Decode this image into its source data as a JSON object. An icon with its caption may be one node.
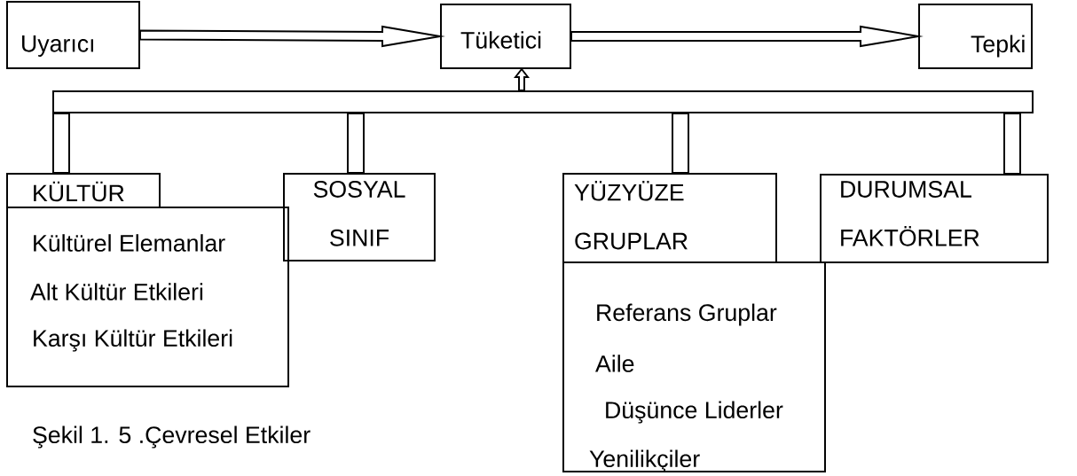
{
  "diagram": {
    "caption": "Şekil 1. 5 .Çevresel Etkiler",
    "nodes": [
      {
        "text": [
          "Uyarıcı"
        ]
      },
      {
        "text": [
          "Tüketici"
        ]
      },
      {
        "text": [
          "Tepki"
        ]
      },
      {
        "text": [],
        "shape": "bar"
      },
      {
        "text": [
          "KÜLTÜR"
        ]
      },
      {
        "text": [
          "Kültürel Elemanlar",
          "Alt Kültür Etkileri",
          "Karşı Kültür Etkileri"
        ]
      },
      {
        "text": [
          "SOSYAL SINIF"
        ]
      },
      {
        "text": [
          "YÜZYÜZE GRUPLAR"
        ]
      },
      {
        "text": [
          "Referans Gruplar",
          "Aile",
          "Düşünce Liderler",
          "Yenilikçiler"
        ]
      },
      {
        "text": [
          "DURUMSAL FAKTÖRLER"
        ]
      }
    ],
    "edges": [
      {
        "from": 0,
        "to": 1,
        "arrow": "to"
      },
      {
        "from": 1,
        "to": 2,
        "arrow": "to"
      },
      {
        "from": 3,
        "to": 1,
        "arrow": "to"
      },
      {
        "from": 4,
        "to": 3,
        "arrow": "none"
      },
      {
        "from": 6,
        "to": 3,
        "arrow": "none"
      },
      {
        "from": 7,
        "to": 3,
        "arrow": "none"
      },
      {
        "from": 9,
        "to": 3,
        "arrow": "none"
      }
    ]
  }
}
